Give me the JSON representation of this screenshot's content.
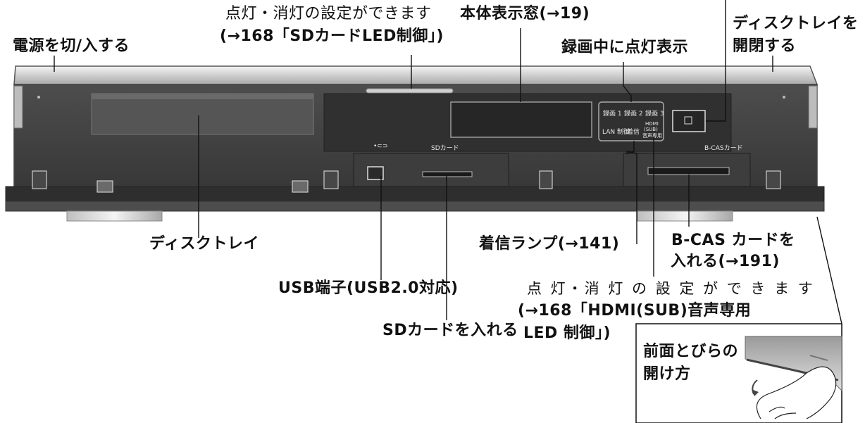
{
  "labels": {
    "power": "電源を切/入する",
    "sd_led_setting_1": "点灯・消灯の設定ができます",
    "sd_led_setting_2": "(→168「SDカードLED制御」)",
    "display_window": "本体表示窓(→19)",
    "recording_indicator": "録画中に点灯表示",
    "tray_open_close_1": "ディスクトレイを",
    "tray_open_close_2": "開閉する",
    "disc_tray": "ディスクトレイ",
    "usb_port": "USB端子(USB2.0対応)",
    "sd_insert": "SDカードを入れる",
    "call_lamp": "着信ランプ(→141)",
    "bcas_1": "B-CAS カードを",
    "bcas_2": "入れる(→191)",
    "hdmi_led_1": "点 灯・消 灯 の 設 定 が で き ま す",
    "hdmi_led_2": "(→168「HDMI(SUB)音声専用",
    "hdmi_led_3": "LED 制御」)",
    "open_front_1": "前面とびらの",
    "open_front_2": "開け方"
  },
  "panel_text": {
    "rec1": "録画 1",
    "rec2": "録画 2",
    "rec3": "録画 3",
    "lan": "LAN 制御",
    "call": "着信",
    "hdmi_a": "HDMI",
    "hdmi_b": "(SUB)",
    "hdmi_c": "音声専用",
    "usb_symbol": "•⊂⊃",
    "sd_card": "SDカード",
    "bcas_card": "B-CASカード"
  }
}
